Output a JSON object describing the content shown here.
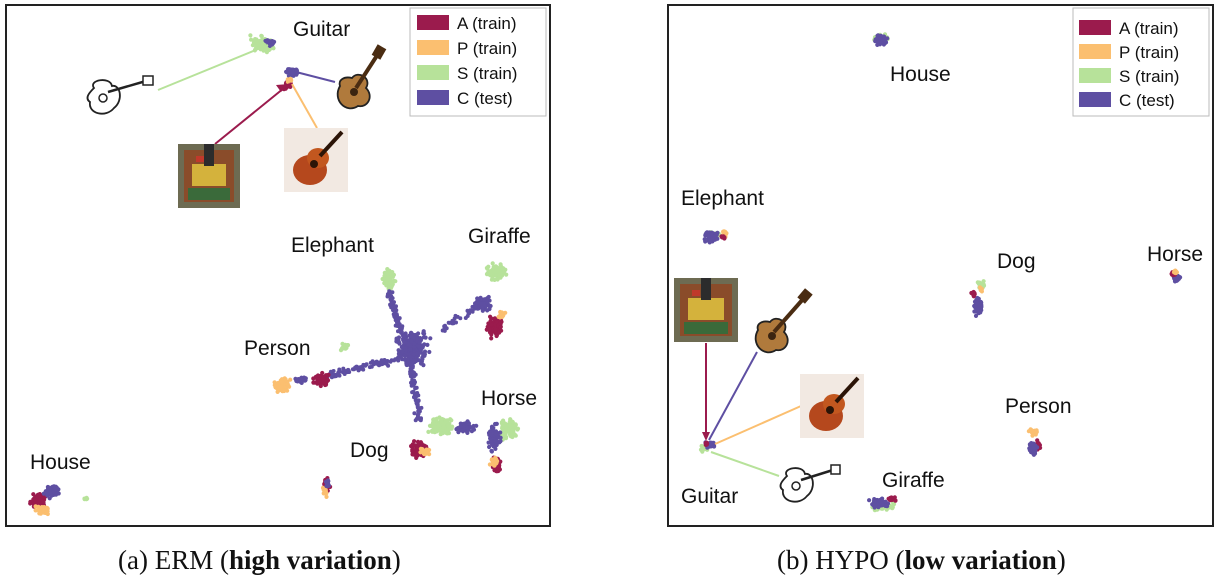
{
  "figure": {
    "colors": {
      "A": "#9b1b4d",
      "P": "#fbbf70",
      "S": "#b7e29a",
      "C": "#5e4fa2"
    },
    "legend": [
      {
        "key": "A",
        "label": "A (train)"
      },
      {
        "key": "P",
        "label": "P (train)"
      },
      {
        "key": "S",
        "label": "S (train)"
      },
      {
        "key": "C",
        "label": "C (test)"
      }
    ]
  },
  "chart_data": [
    {
      "type": "scatter",
      "caption": {
        "prefix": "(a) ERM (",
        "bold": "high variation",
        "suffix": ")"
      },
      "legend_position": "top-right",
      "clusters": [
        {
          "label": "Guitar"
        },
        {
          "label": "Elephant"
        },
        {
          "label": "Giraffe"
        },
        {
          "label": "Person"
        },
        {
          "label": "Horse"
        },
        {
          "label": "Dog"
        },
        {
          "label": "House"
        }
      ],
      "images": [
        "guitar-sketch",
        "guitar-cartoon",
        "guitar-art-painting",
        "guitar-photo"
      ]
    },
    {
      "type": "scatter",
      "caption": {
        "prefix": "(b) HYPO (",
        "bold": "low variation",
        "suffix": ")"
      },
      "legend_position": "top-right",
      "clusters": [
        {
          "label": "House"
        },
        {
          "label": "Elephant"
        },
        {
          "label": "Dog"
        },
        {
          "label": "Horse"
        },
        {
          "label": "Person"
        },
        {
          "label": "Guitar"
        },
        {
          "label": "Giraffe"
        }
      ],
      "images": [
        "guitar-art-painting",
        "guitar-cartoon",
        "guitar-photo",
        "guitar-sketch"
      ]
    }
  ]
}
